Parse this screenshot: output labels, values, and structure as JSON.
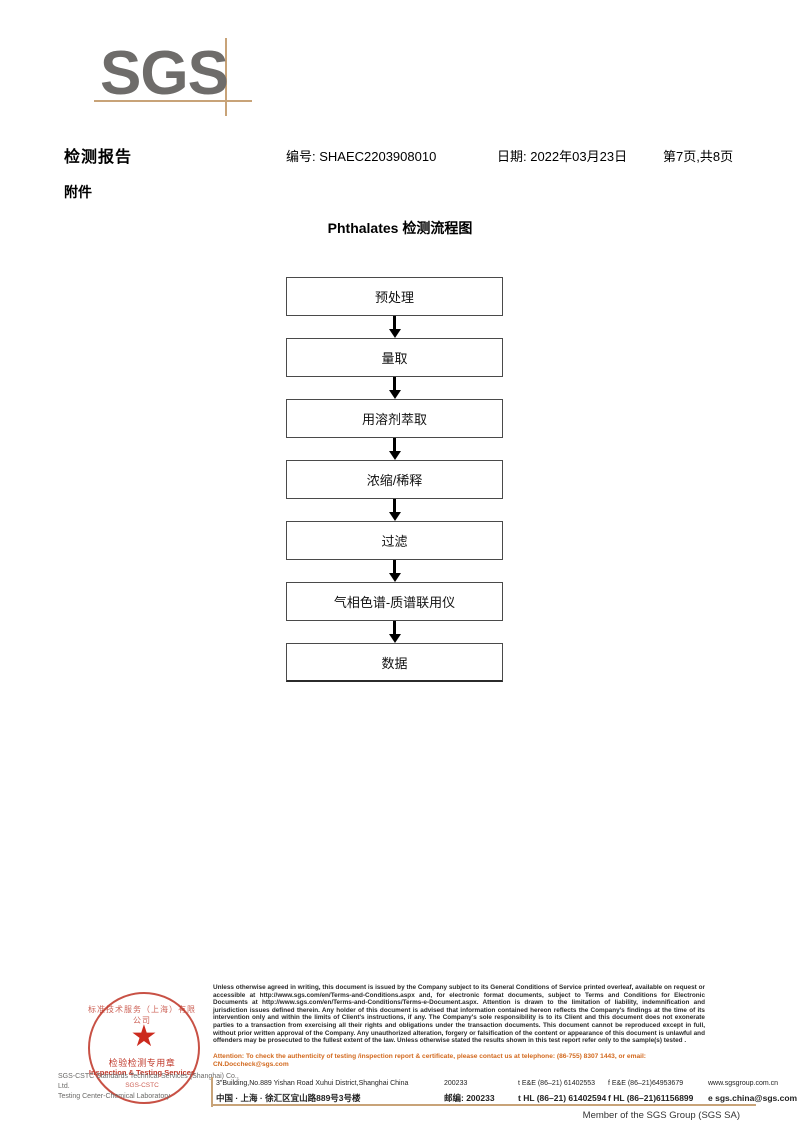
{
  "logo": {
    "text": "SGS"
  },
  "header": {
    "title": "检测报告",
    "report_no": "编号: SHAEC2203908010",
    "date": "日期: 2022年03月23日",
    "page": "第7页,共8页",
    "attachment_label": "附件"
  },
  "flowchart": {
    "title": "Phthalates 检测流程图",
    "steps": [
      {
        "label": "预处理"
      },
      {
        "label": "量取"
      },
      {
        "label": "用溶剂萃取"
      },
      {
        "label": "浓缩/稀释"
      },
      {
        "label": "过滤"
      },
      {
        "label": "气相色谱-质谱联用仪"
      },
      {
        "label": "数据"
      }
    ]
  },
  "stamp": {
    "arc_top": "标准技术服务（上海）有限公司",
    "star": "★",
    "cn_text": "检验检测专用章",
    "en_text": "Inspection & Testing Services",
    "arc_bottom": "SGS-CSTC",
    "caption_line1": "SGS-CSTC Standards Technical Services (Shanghai) Co., Ltd.",
    "caption_line2": "Testing Center-Chemical Laboratory"
  },
  "footer": {
    "disclaimer": "Unless otherwise agreed in writing, this document is issued by the Company subject to its General Conditions of Service printed overleaf, available on request or accessible at http://www.sgs.com/en/Terms-and-Conditions.aspx and, for electronic format documents, subject to Terms and Conditions for Electronic Documents at http://www.sgs.com/en/Terms-and-Conditions/Terms-e-Document.aspx. Attention is drawn to the limitation of liability, indemnification and jurisdiction issues defined therein. Any holder of this document is advised that information contained hereon reflects the Company's findings at the time of its intervention only and within the limits of Client's instructions, if any. The Company's sole responsibility is to its Client and this document does not exonerate parties to a transaction from exercising all their rights and obligations under the transaction documents. This document cannot be reproduced except in full, without prior written approval of the Company. Any unauthorized alteration, forgery or falsification of the content or appearance of this document is unlawful and offenders may be prosecuted to the fullest extent of the law. Unless otherwise stated the results shown in this test report refer only to the sample(s) tested .",
    "attention": "Attention: To check the authenticity of testing /inspection report & certificate, please contact us at telephone: (86-755) 8307 1443, or email: CN.Doccheck@sgs.com",
    "address_en": "3\"Building,No.889 Yishan Road Xuhui District,Shanghai China",
    "zip_en": "200233",
    "tel_en_1": "t E&E (86–21) 61402553",
    "tel_en_2": "f E&E (86–21)64953679",
    "web": "www.sgsgroup.com.cn",
    "address_cn": "中国 · 上海 · 徐汇区宜山路889号3号楼",
    "zip_cn": "邮编: 200233",
    "tel_cn_1": "t HL (86–21) 61402594",
    "tel_cn_2": "f HL (86–21)61156899",
    "email": "e  sgs.china@sgs.com",
    "member": "Member of the SGS Group (SGS SA)"
  },
  "colors": {
    "logo_gray": "#6e6c6a",
    "logo_tan": "#c8a378",
    "stamp_red": "#c0392b",
    "attention_orange": "#d2691e"
  }
}
